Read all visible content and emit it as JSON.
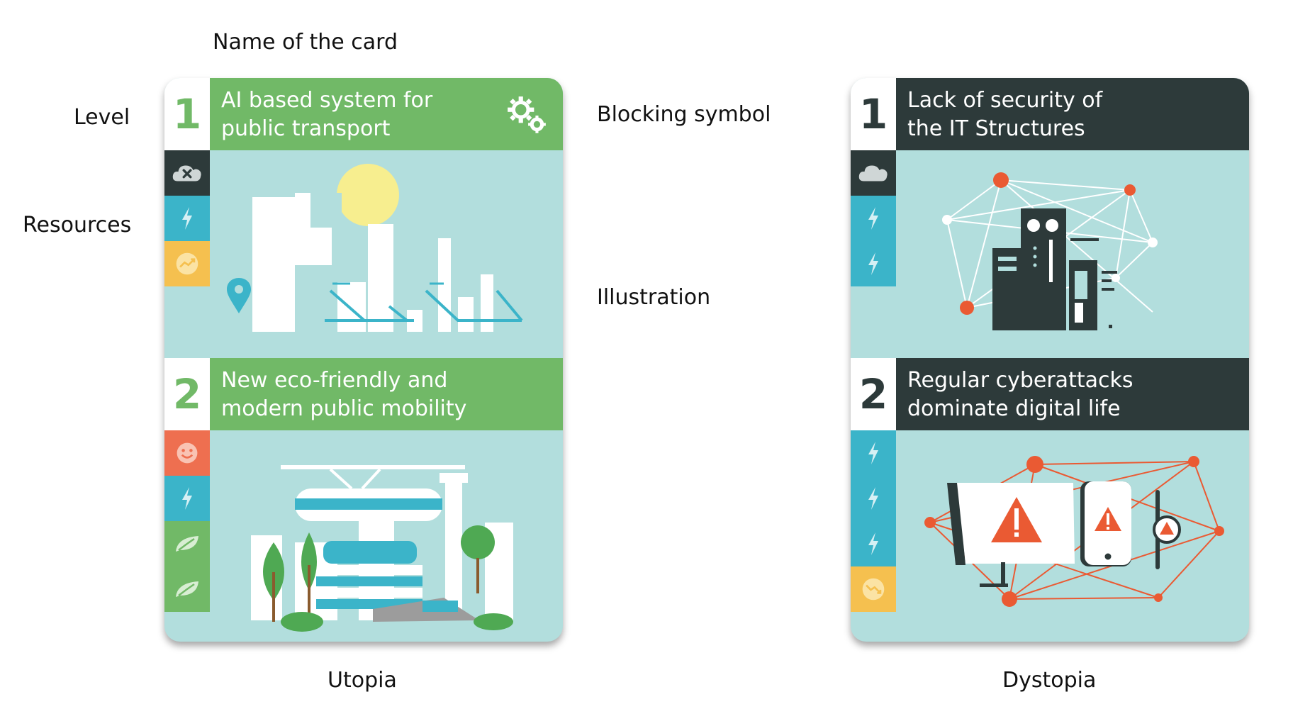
{
  "callouts": {
    "name_of_card": "Name of the card",
    "level": "Level",
    "resources": "Resources",
    "blocking_symbol": "Blocking symbol",
    "illustration": "Illustration"
  },
  "cards": {
    "utopia": {
      "caption": "Utopia",
      "sections": [
        {
          "level": "1",
          "title_line1": "AI based system for",
          "title_line2": "public transport",
          "resources": [
            "cloud-blocked-icon",
            "lightning-icon",
            "growth-icon"
          ]
        },
        {
          "level": "2",
          "title_line1": "New eco-friendly and",
          "title_line2": "modern public mobility",
          "resources": [
            "smiley-icon",
            "lightning-icon",
            "leaf-icon",
            "leaf-icon"
          ]
        }
      ]
    },
    "dystopia": {
      "caption": "Dystopia",
      "sections": [
        {
          "level": "1",
          "title_line1": "Lack of security of",
          "title_line2": "the IT Structures",
          "resources": [
            "cloud-icon",
            "lightning-icon",
            "lightning-icon"
          ]
        },
        {
          "level": "2",
          "title_line1": "Regular cyberattacks",
          "title_line2": "dominate digital life",
          "resources": [
            "lightning-icon",
            "lightning-icon",
            "lightning-icon",
            "decline-icon"
          ]
        }
      ]
    }
  },
  "colors": {
    "utopia_accent": "#71b967",
    "dystopia_accent": "#2d3a3a",
    "card_background": "#b2dedd",
    "resource_cloud": "#2d3a3a",
    "resource_lightning": "#3bb4c9",
    "resource_growth": "#f5c04f",
    "resource_smiley": "#ee6f50",
    "resource_leaf": "#71b967",
    "warning_red": "#ea5a33"
  }
}
